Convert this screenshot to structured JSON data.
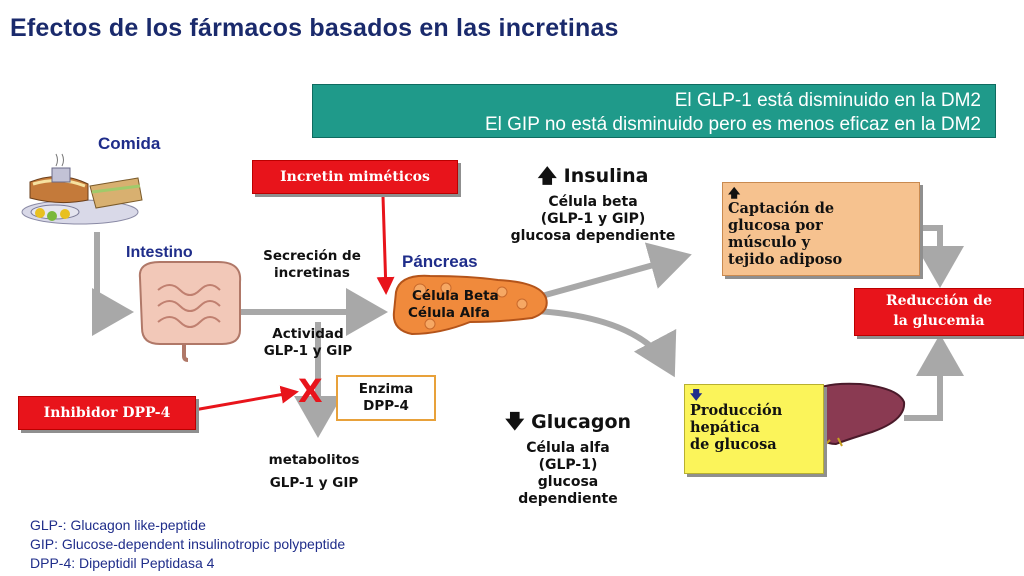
{
  "title": "Efectos de los fármacos basados en las incretinas",
  "banner": {
    "line1": "El GLP-1 está disminuido en la DM2",
    "line2": "El GIP no está disminuido pero es menos eficaz en la DM2"
  },
  "labels": {
    "comida": "Comida",
    "intestino": "Intestino",
    "pancreas": "Páncreas",
    "secrecion_1": "Secreción de",
    "secrecion_2": "incretinas",
    "actividad_1": "Actividad",
    "actividad_2": "GLP-1 y GIP",
    "metabolitos_1": "metabolitos",
    "metabolitos_2": "GLP-1 y GIP",
    "celula_beta": "Célula Beta",
    "celula_alfa": "Célula Alfa",
    "x_mark": "X"
  },
  "red_boxes": {
    "incretin": "Incretin miméticos",
    "inhibidor": "Inhibidor DPP-4",
    "reduccion_1": "Reducción de",
    "reduccion_2": "la glucemia"
  },
  "enzima": {
    "line1": "Enzima",
    "line2": "DPP-4"
  },
  "insulina": {
    "arrow": "🡅",
    "title": "Insulina",
    "line1": "Célula beta",
    "line2": "(GLP-1 y GIP)",
    "line3": "glucosa dependiente"
  },
  "glucagon": {
    "arrow": "🡇",
    "title": "Glucagon",
    "line1": "Célula alfa",
    "line2": "(GLP-1)",
    "line3": "glucosa",
    "line4": "dependiente"
  },
  "captacion": {
    "arrow": "🡅",
    "line1": "Captación de",
    "line2": "glucosa  por",
    "line3": "músculo y",
    "line4": "tejido adiposo"
  },
  "produccion": {
    "arrow": "🡇",
    "line1": "Producción",
    "line2": "hepática",
    "line3": "de glucosa"
  },
  "legend": [
    "GLP-: Glucagon like-peptide",
    "GIP: Glucose-dependent insulinotropic polypeptide",
    "DPP-4: Dipeptidil Peptidasa 4"
  ],
  "colors": {
    "title": "#1a2a6c",
    "banner": "#1f9a8a",
    "red": "#e8141b",
    "peach": "#f6c28f",
    "yellow": "#fbf45a",
    "arrow_gray": "#a8a8a8",
    "pancreas": "#f08a3c"
  },
  "icons": [
    "food-plate-icon",
    "intestine-icon",
    "pancreas-icon",
    "muscle-icon",
    "adipose-icon",
    "liver-icon"
  ]
}
